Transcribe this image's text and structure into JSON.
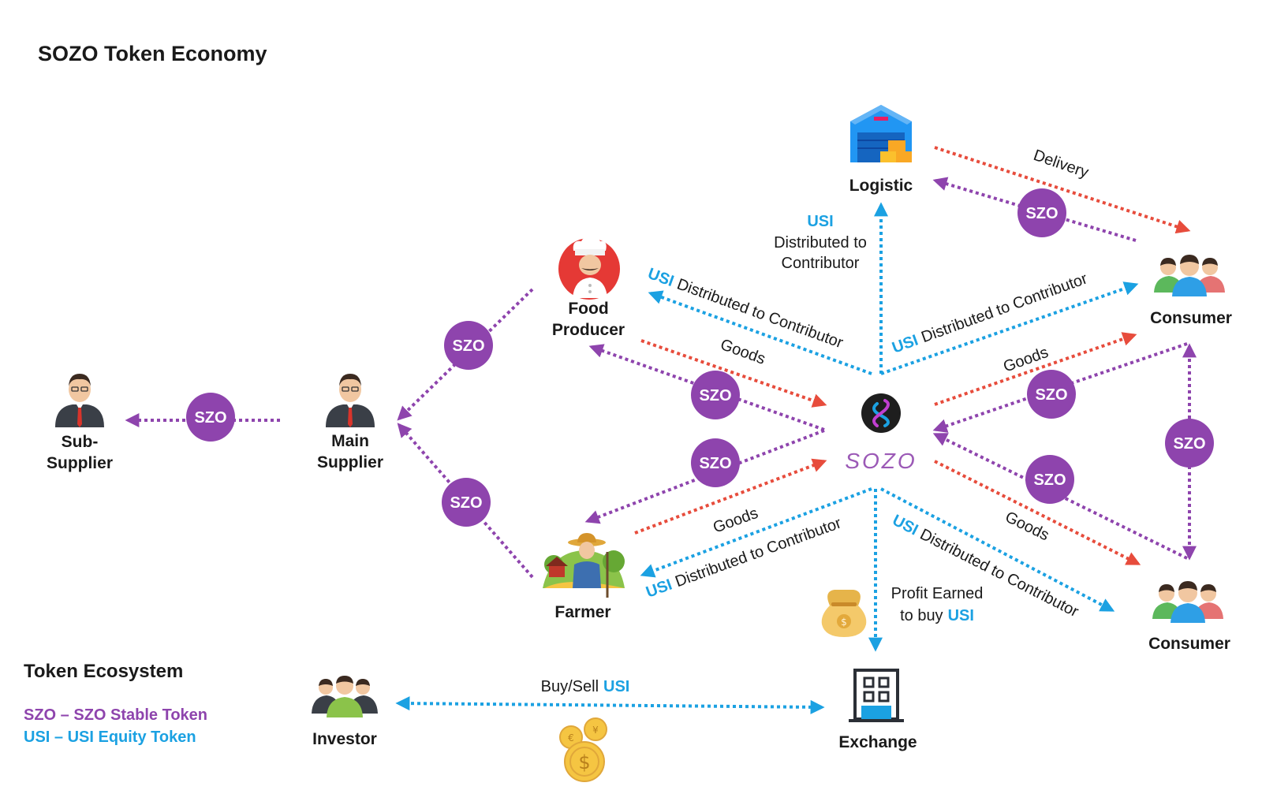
{
  "title": "SOZO Token Economy",
  "nodes": {
    "sub_supplier": [
      "Sub-",
      "Supplier"
    ],
    "main_supplier": [
      "Main",
      "Supplier"
    ],
    "food_producer": [
      "Food",
      "Producer"
    ],
    "farmer": "Farmer",
    "logistic": "Logistic",
    "consumer_top": "Consumer",
    "consumer_bottom": "Consumer",
    "exchange": "Exchange",
    "investor": "Investor",
    "sozo_logo": "SOZO"
  },
  "token_badge": "SZO",
  "labels": {
    "usi": "USI",
    "distributed_to_contributor": "Distributed to Contributor",
    "distributed_to": "Distributed to",
    "contributor": "Contributor",
    "goods": "Goods",
    "delivery": "Delivery",
    "profit_line1": "Profit Earned",
    "profit_line2": "to buy",
    "buy_sell": "Buy/Sell"
  },
  "legend": {
    "heading": "Token Ecosystem",
    "szo": "SZO – SZO Stable Token",
    "usi": "USI – USI Equity Token"
  },
  "colors": {
    "szo_purple": "#8e44ad",
    "usi_blue": "#1ba1e2",
    "goods_red": "#e74c3c",
    "text": "#1a1a1a"
  }
}
